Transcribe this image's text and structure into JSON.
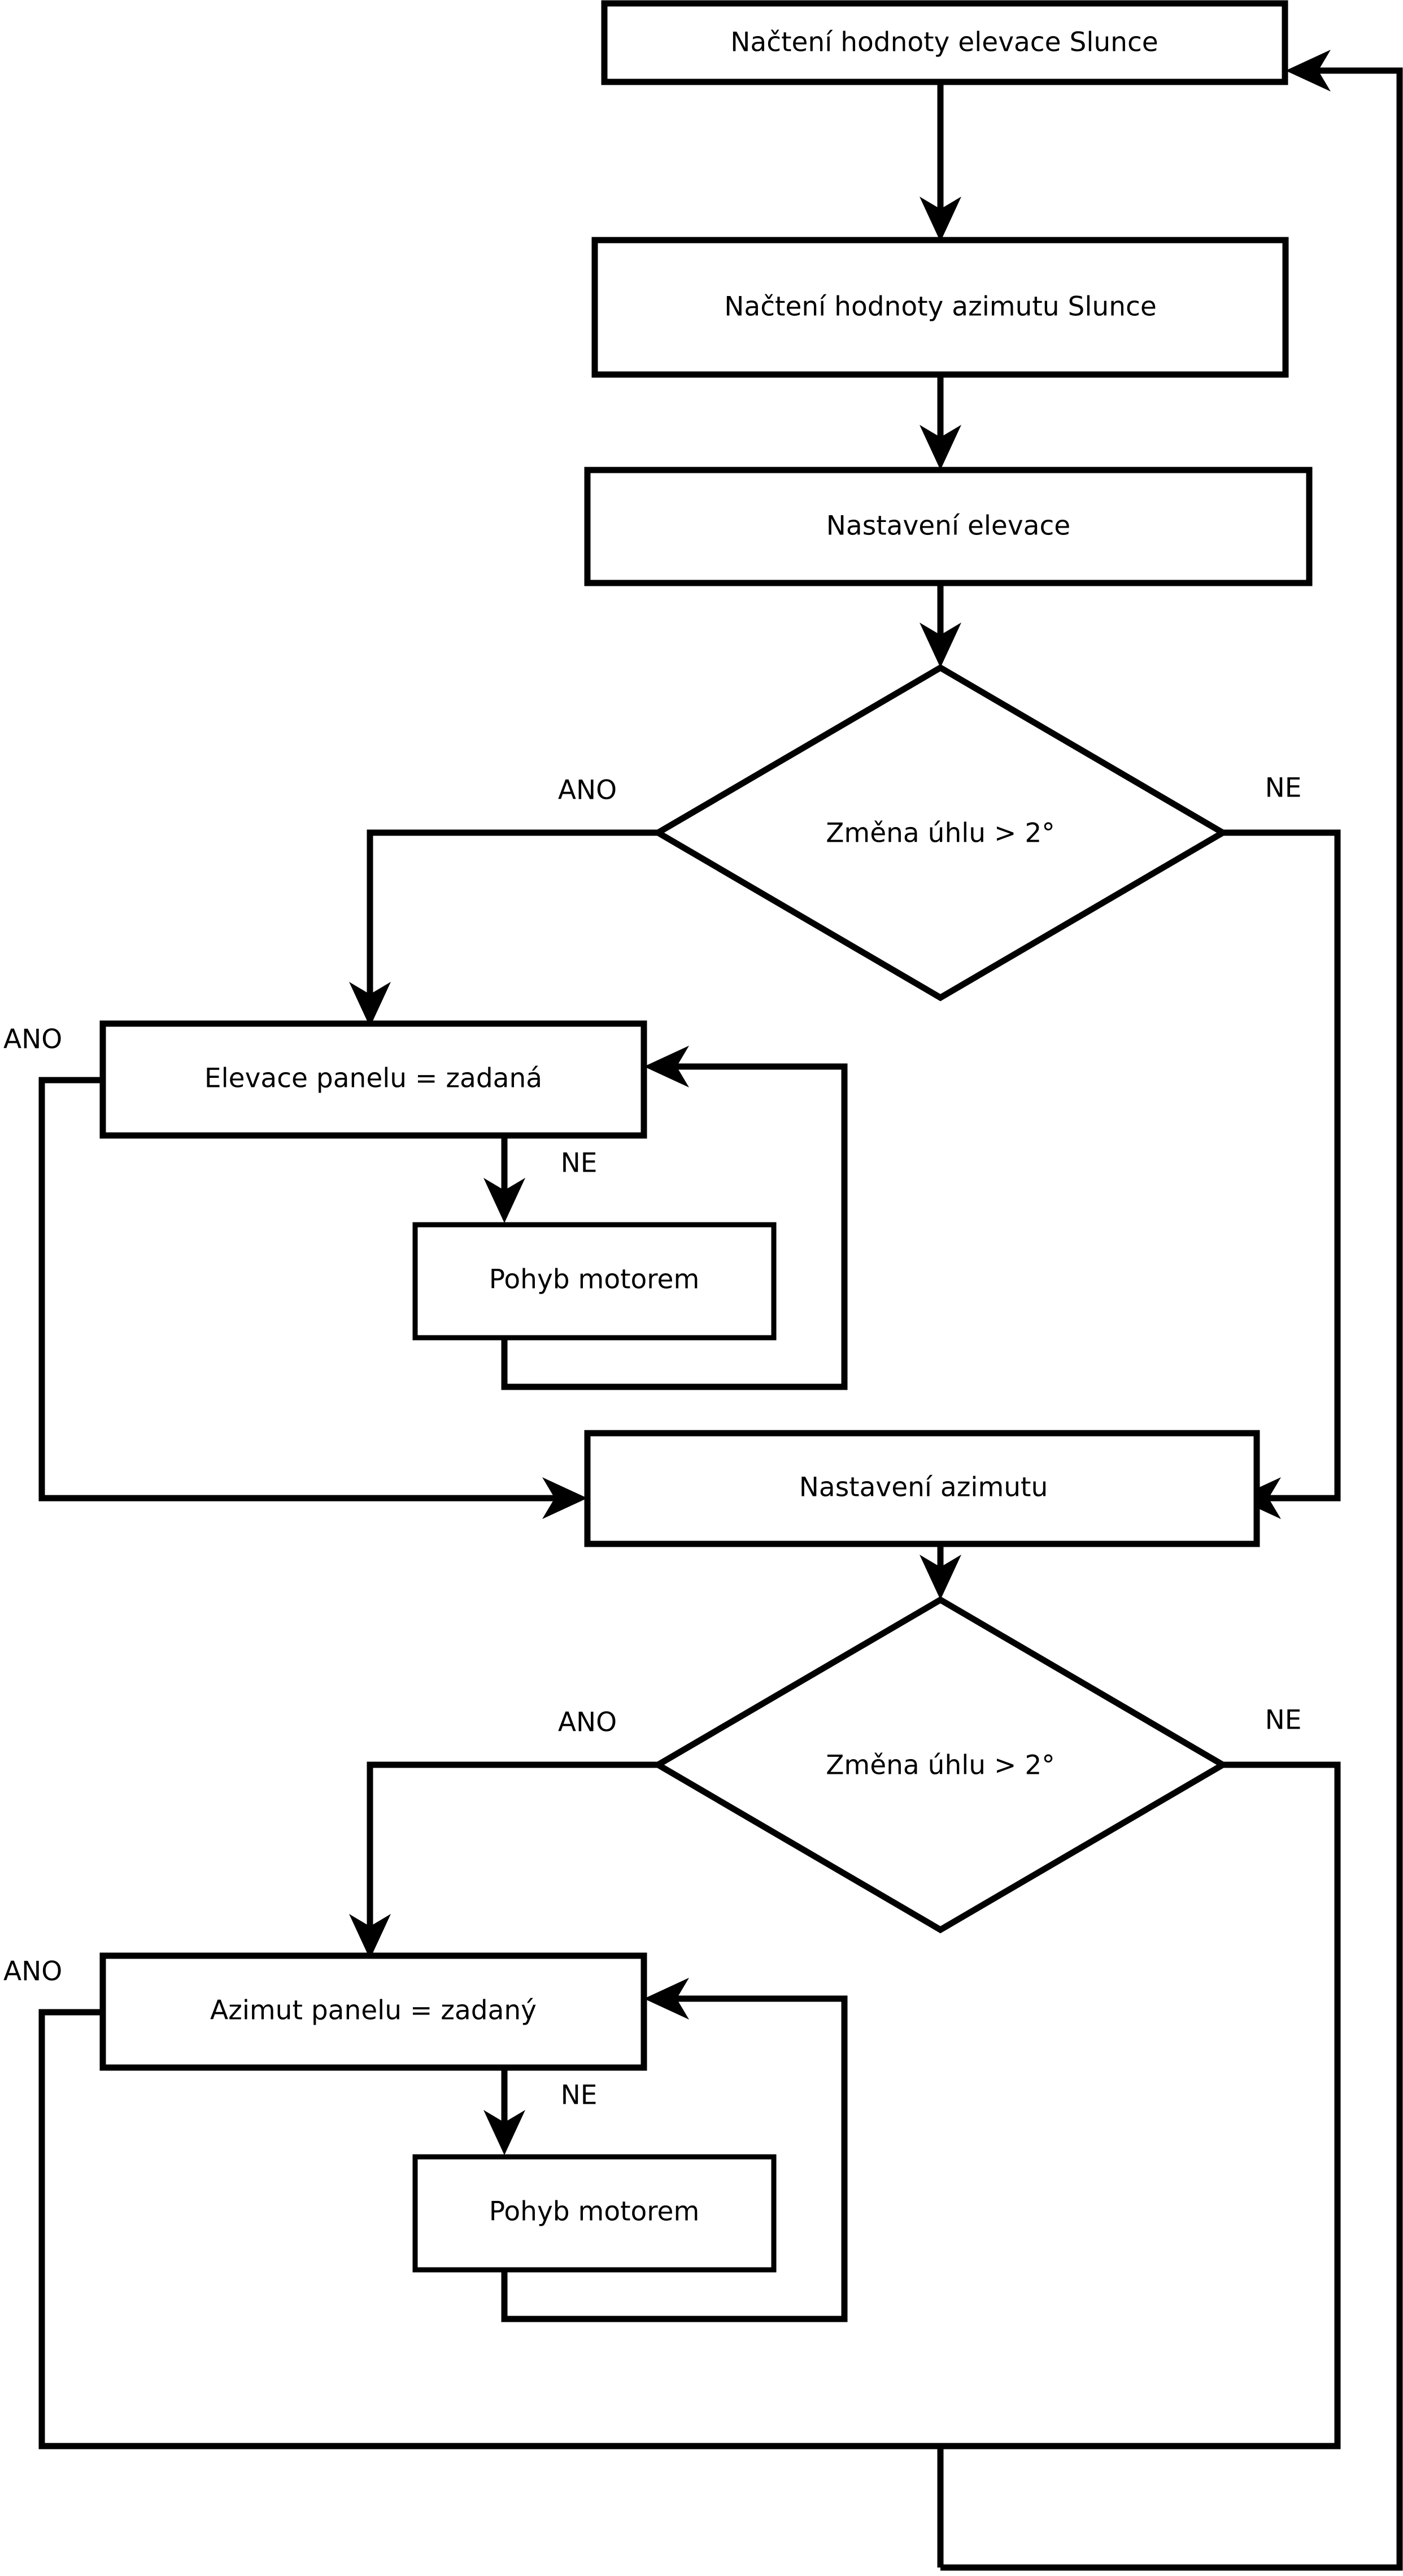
{
  "diagram": {
    "kind": "flowchart",
    "language": "cs",
    "title": "Vyvojovy diagram rizeni solarniho trackeru",
    "line_color": "#000000",
    "fill_color": "#ffffff",
    "background": "#ffffff"
  },
  "nodes": {
    "read_elevation": {
      "label": "Načtení hodnoty elevace Slunce",
      "shape": "process"
    },
    "read_azimuth": {
      "label": "Načtení hodnoty azimutu Slunce",
      "shape": "process"
    },
    "set_elevation": {
      "label": "Nastavení elevace",
      "shape": "process"
    },
    "decision_elevation": {
      "label": "Změna úhlu > 2°",
      "shape": "decision"
    },
    "panel_elevation_eq": {
      "label": "Elevace panelu = zadaná",
      "shape": "process"
    },
    "motor_move_elevation": {
      "label": "Pohyb motorem",
      "shape": "process"
    },
    "set_azimuth": {
      "label": "Nastavení azimutu",
      "shape": "process"
    },
    "decision_azimuth": {
      "label": "Změna úhlu > 2°",
      "shape": "decision"
    },
    "panel_azimuth_eq": {
      "label": "Azimut panelu = zadaný",
      "shape": "process"
    },
    "motor_move_azimuth": {
      "label": "Pohyb motorem",
      "shape": "process"
    }
  },
  "edge_labels": {
    "decision_elevation_yes": "ANO",
    "decision_elevation_no": "NE",
    "panel_elevation_yes": "ANO",
    "panel_elevation_no": "NE",
    "decision_azimuth_yes": "ANO",
    "decision_azimuth_no": "NE",
    "panel_azimuth_yes": "ANO",
    "panel_azimuth_no": "NE"
  },
  "edges": [
    {
      "from": "read_elevation",
      "to": "read_azimuth",
      "label": ""
    },
    {
      "from": "read_azimuth",
      "to": "set_elevation",
      "label": ""
    },
    {
      "from": "set_elevation",
      "to": "decision_elevation",
      "label": ""
    },
    {
      "from": "decision_elevation",
      "to": "panel_elevation_eq",
      "label": "ANO"
    },
    {
      "from": "decision_elevation",
      "to": "set_azimuth",
      "label": "NE"
    },
    {
      "from": "panel_elevation_eq",
      "to": "set_azimuth",
      "label": "ANO"
    },
    {
      "from": "panel_elevation_eq",
      "to": "motor_move_elevation",
      "label": "NE"
    },
    {
      "from": "motor_move_elevation",
      "to": "panel_elevation_eq",
      "label": ""
    },
    {
      "from": "set_azimuth",
      "to": "decision_azimuth",
      "label": ""
    },
    {
      "from": "decision_azimuth",
      "to": "panel_azimuth_eq",
      "label": "ANO"
    },
    {
      "from": "decision_azimuth",
      "to": "read_elevation",
      "label": "NE"
    },
    {
      "from": "panel_azimuth_eq",
      "to": "read_elevation",
      "label": "ANO"
    },
    {
      "from": "panel_azimuth_eq",
      "to": "motor_move_azimuth",
      "label": "NE"
    },
    {
      "from": "motor_move_azimuth",
      "to": "panel_azimuth_eq",
      "label": ""
    }
  ]
}
